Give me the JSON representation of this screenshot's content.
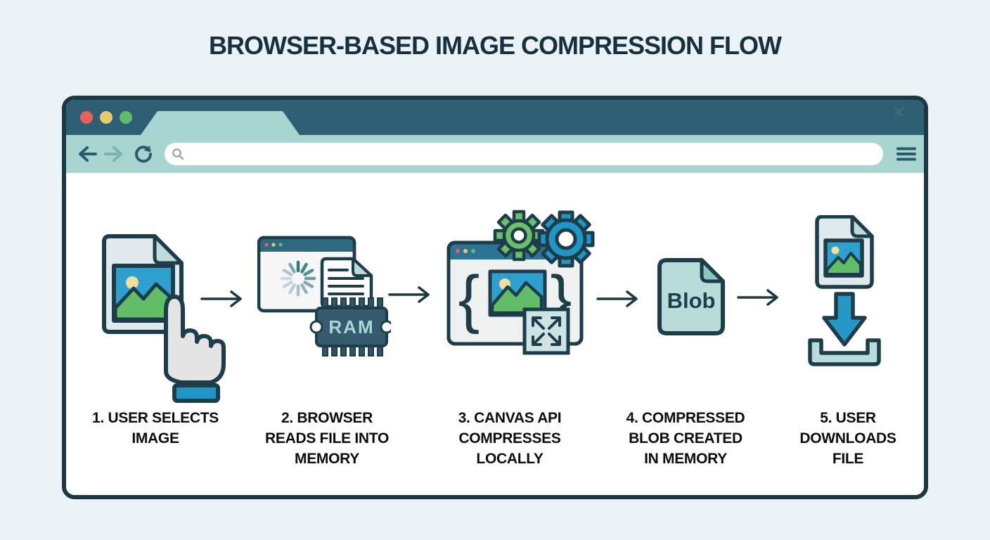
{
  "page": {
    "title": "BROWSER-BASED IMAGE COMPRESSION FLOW",
    "background_color": "#eaf2f6",
    "title_color": "#16313d"
  },
  "browser": {
    "titlebar_color": "#2e5f74",
    "toolbar_color": "#a9d5d0",
    "frame_border_color": "#1d3743",
    "traffic_light_colors": [
      "#ea6157",
      "#e8c96c",
      "#5dbd68"
    ],
    "tab": {
      "close_icon": "x-close"
    },
    "address_bar": {
      "value": "",
      "placeholder": "",
      "search_icon": "magnifier"
    },
    "nav_icons": [
      "back-arrow",
      "forward-arrow",
      "reload",
      "menu-hamburger"
    ]
  },
  "flow": {
    "arrow_color": "#1d3743",
    "steps": [
      {
        "icon": "image-file-with-hand-cursor",
        "caption": "1. USER SELECTS\nIMAGE"
      },
      {
        "icon": "browser-loading-spinner-file-ram",
        "ram_label": "RAM",
        "caption": "2. BROWSER\nREADS FILE INTO\nMEMORY"
      },
      {
        "icon": "browser-canvas-gears-resize",
        "brace_left": "{",
        "brace_right": "}",
        "caption": "3. CANVAS API\nCOMPRESSES\nLOCALLY"
      },
      {
        "icon": "blob-document",
        "blob_label": "Blob",
        "caption": "4. COMPRESSED\nBLOB CREATED\nIN MEMORY"
      },
      {
        "icon": "image-file-download-tray",
        "caption": "5. USER\nDOWNLOADS\nFILE"
      }
    ]
  },
  "palette": {
    "accent_teal_dark": "#2e5f74",
    "accent_teal_light": "#a9d5d0",
    "outline": "#1e3d4a",
    "sky_blue": "#2da0cf",
    "leaf_green": "#62bd68",
    "gear_green": "#6abf69",
    "gear_blue": "#2196c4",
    "sun_yellow": "#f2dd9a",
    "paper_gray": "#e0eaec",
    "blob_teal": "#b7dcd9",
    "ram_slate": "#365b6e"
  }
}
